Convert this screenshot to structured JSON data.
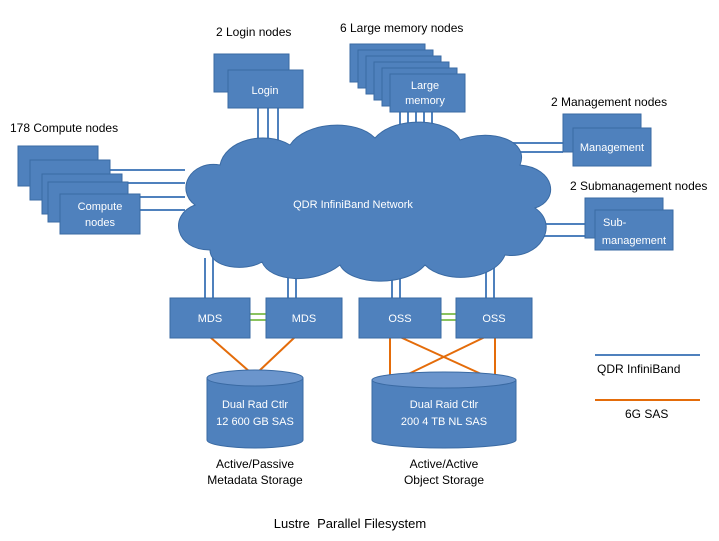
{
  "title": "Lustre  Parallel Filesystem",
  "network": {
    "label": "QDR InfiniBand Network"
  },
  "groups": {
    "login": {
      "count_label": "2 Login nodes",
      "box_label": "Login"
    },
    "large_memory": {
      "count_label": "6 Large memory nodes",
      "box_label_1": "Large",
      "box_label_2": "memory"
    },
    "compute": {
      "count_label": "178 Compute nodes",
      "box_label_1": "Compute",
      "box_label_2": "nodes"
    },
    "management": {
      "count_label": "2 Management nodes",
      "box_label": "Management"
    },
    "submanagement": {
      "count_label": "2 Submanagement nodes",
      "box_label_1": "Sub-",
      "box_label_2": "management"
    }
  },
  "servers": {
    "mds_1": "MDS",
    "mds_2": "MDS",
    "oss_1": "OSS",
    "oss_2": "OSS"
  },
  "storage": {
    "metadata": {
      "line_1": "Dual Rad Ctlr",
      "line_2": "12 600 GB SAS",
      "caption_1": "Active/Passive",
      "caption_2": "Metadata Storage"
    },
    "object": {
      "line_1": "Dual Raid Ctlr",
      "line_2": "200 4 TB NL SAS",
      "caption_1": "Active/Active",
      "caption_2": "Object Storage"
    }
  },
  "legend": {
    "infiniband": "QDR InfiniBand",
    "sas": "6G SAS"
  },
  "colors": {
    "node_fill": "#4f81bd",
    "infiniband_line": "#4f81bd",
    "sas_line": "#e46c0a",
    "server_link": "#8ac35f"
  }
}
